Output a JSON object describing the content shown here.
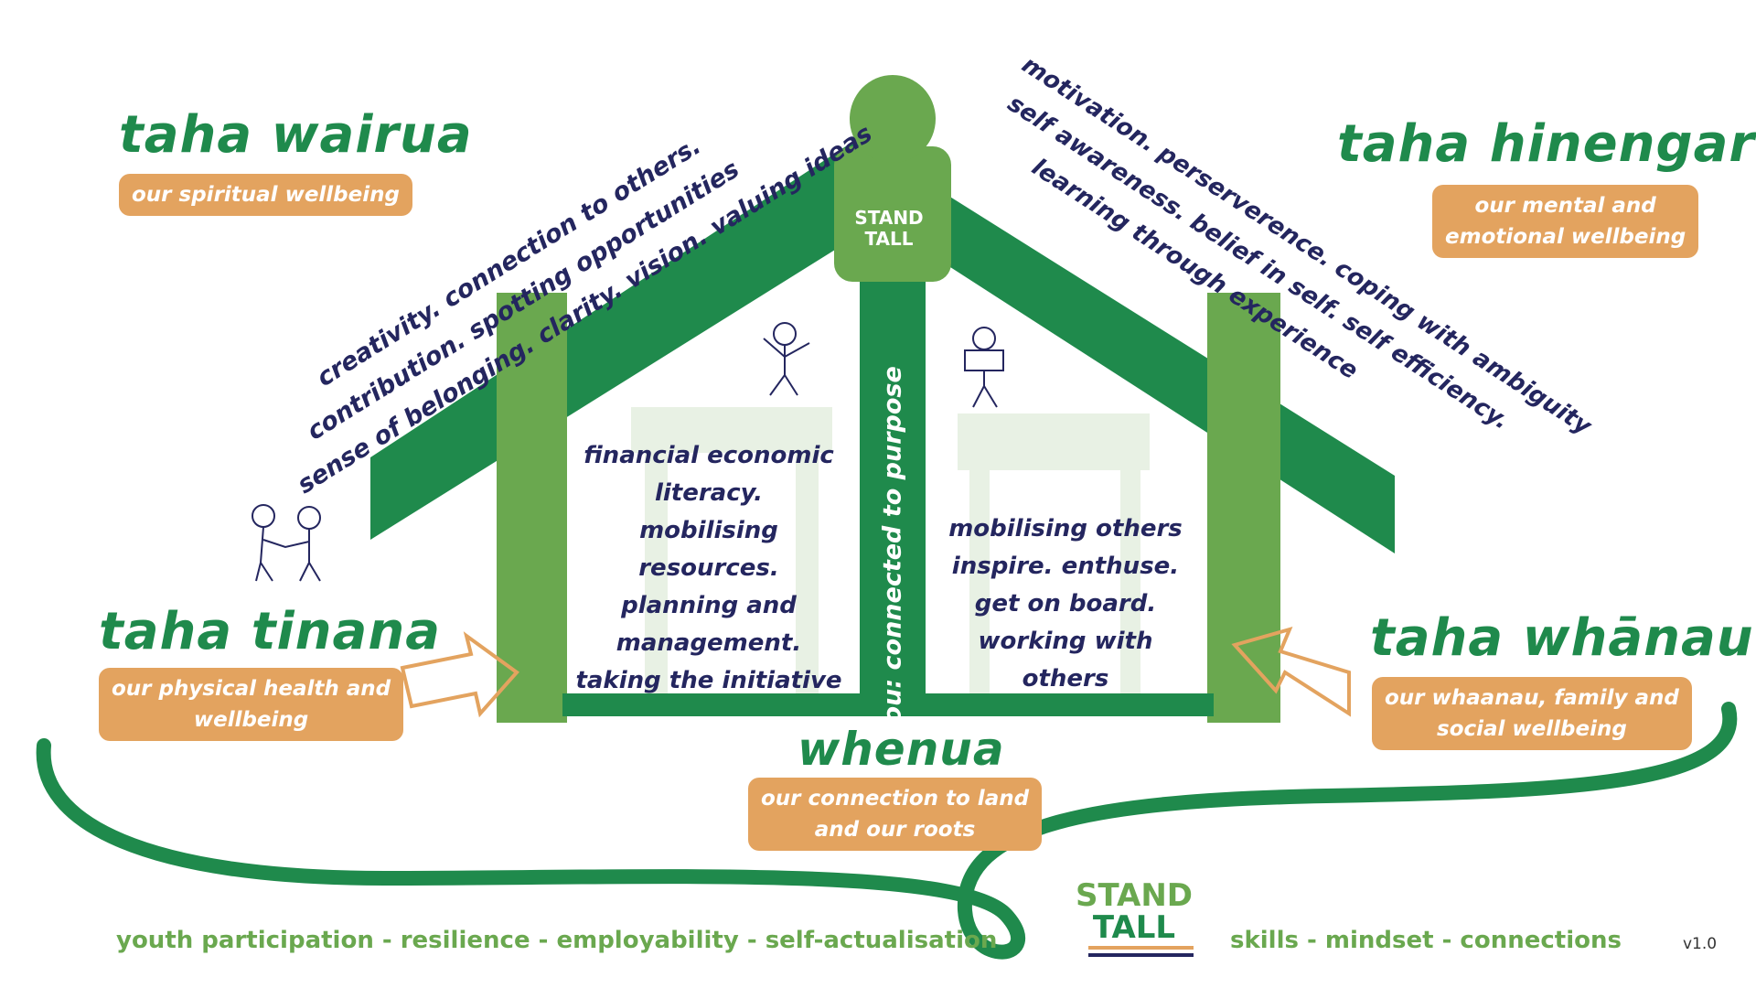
{
  "sections": {
    "wairua": {
      "title": "taha wairua",
      "label": "our spiritual wellbeing"
    },
    "hinengaro": {
      "title": "taha hinengaro",
      "label_lines": [
        "our mental and",
        "emotional wellbeing"
      ]
    },
    "tinana": {
      "title": "taha tinana",
      "label_lines": [
        "our physical health and",
        "wellbeing"
      ]
    },
    "whanau": {
      "title": "taha whānau",
      "label_lines": [
        "our whaanau, family and",
        "social wellbeing"
      ]
    },
    "whenua": {
      "title": "whenua",
      "label_lines": [
        "our connection to land",
        "and our roots"
      ]
    }
  },
  "left_roof_lines": [
    "creativity. connection to others.",
    "contribution. spotting opportunities",
    "sense of belonging. clarity. vision. valuing ideas"
  ],
  "right_roof_lines": [
    "motivation. perserverence. coping with ambiguity",
    "self awareness. belief in self. self efficiency.",
    "learning through experience"
  ],
  "inner_left_lines": [
    "financial economic",
    "literacy.",
    "mobilising resources.",
    "planning and",
    "management.",
    "taking the initiative"
  ],
  "inner_right_lines": [
    "mobilising others",
    "inspire. enthuse.",
    "get on board.",
    "working with others"
  ],
  "pou_label": "pou: connected to purpose",
  "logo": {
    "line1": "STAND",
    "line2": "TALL"
  },
  "footer": {
    "left": "youth participation - resilience - employability - self-actualisation",
    "right": "skills - mindset - connections"
  },
  "version": "v1.0",
  "colors": {
    "dark_green": "#1f8a4c",
    "light_green": "#6aa84f",
    "orange": "#e3a35f",
    "navy": "#24265f"
  }
}
